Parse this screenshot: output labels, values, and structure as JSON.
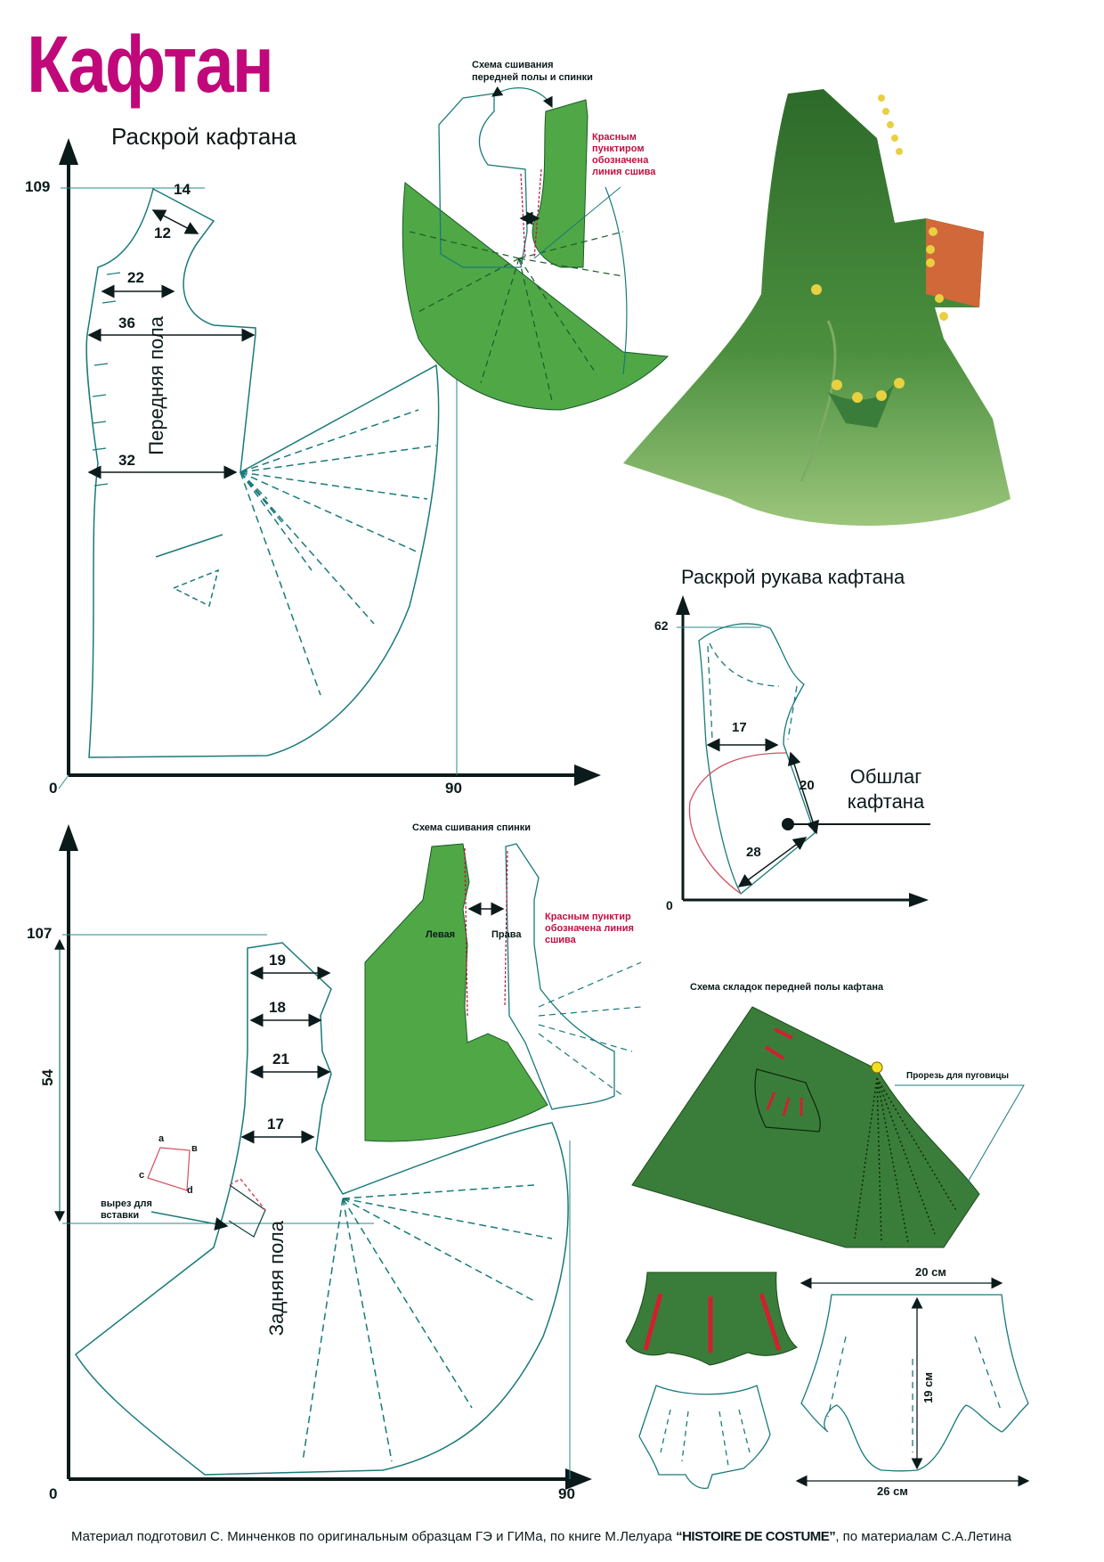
{
  "page": {
    "title": "Кафтан",
    "colors": {
      "title": "#c0087a",
      "pattern_line": "#1a7a7a",
      "fabric_green": "#4fa845",
      "dark_green": "#3a7d3a",
      "seam_red": "#c01040",
      "cuff_orange": "#d0683a",
      "button_yellow": "#e8d040"
    }
  },
  "front_cut": {
    "heading": "Раскрой кафтана",
    "piece_label": "Передняя пола",
    "y_axis_top": "109",
    "x_axis_origin": "0",
    "x_axis_end": "90",
    "measurements": [
      "14",
      "12",
      "22",
      "36",
      "32"
    ]
  },
  "front_sewing": {
    "caption": "Схема сшивания передней полы и спинки",
    "note": "Красным пунктиром обозначена линия сшива"
  },
  "sleeve_cut": {
    "heading": "Раскрой рукава кафтана",
    "y_axis_top": "62",
    "x_axis_origin": "0",
    "measurements": [
      "17",
      "20",
      "28"
    ],
    "cuff_label": "Обшлаг кафтана"
  },
  "back_sewing": {
    "caption": "Схема сшивания спинки",
    "left_label": "Левая",
    "right_label": "Права",
    "note": "Красным пунктир обозначена линия сшива"
  },
  "back_cut": {
    "piece_label": "Задняя пола",
    "y_axis_top": "107",
    "vertical_measure": "54",
    "x_axis_origin": "0",
    "x_axis_end": "90",
    "measurements": [
      "19",
      "18",
      "21",
      "17"
    ],
    "insert_points": [
      "a",
      "в",
      "c",
      "d"
    ],
    "insert_label": "вырез для вставки"
  },
  "pleats": {
    "caption": "Схема складок передней полы кафтана",
    "button_slit_label": "Прорезь для пуговицы"
  },
  "pocket": {
    "top_width": "20 см",
    "height": "19 см",
    "bottom_width": "26 см"
  },
  "footer": {
    "text_before": "Материал подготовил С. Минченков по оригинальным образцам ГЭ и ГИМа, по книге М.Лелуара ",
    "book": "“HISTOIRE DE COSTUME”",
    "text_after": ", по материалам С.А.Летина"
  }
}
